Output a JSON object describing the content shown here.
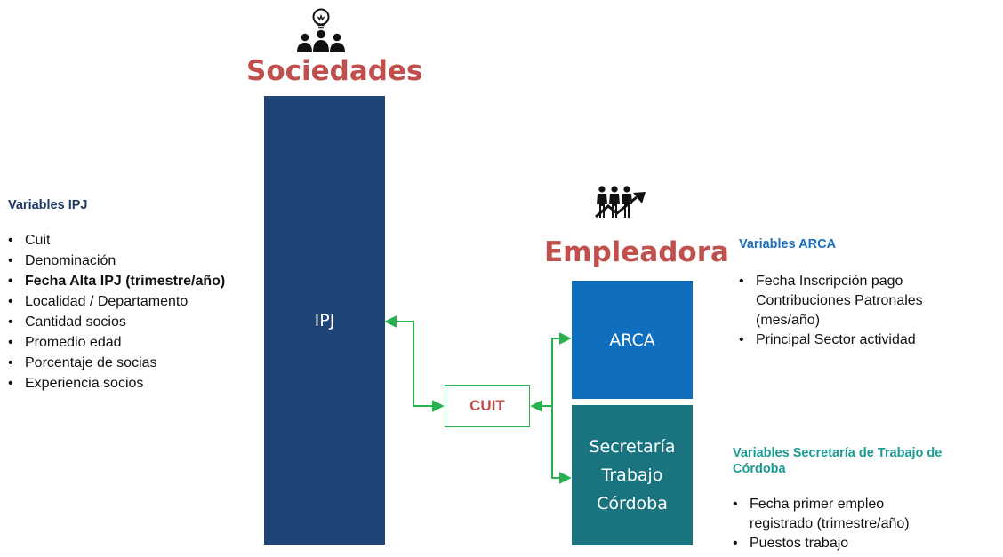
{
  "sociedades": {
    "title": "Sociedades",
    "icon": "people-lightbulb-icon",
    "box_label": "IPJ",
    "box_color": "#1f4576"
  },
  "empleadora": {
    "title": "Empleadora",
    "icon": "people-growth-arrow-icon",
    "arca_label": "ARCA",
    "arca_color": "#0f6ebe",
    "secretaria_lines": [
      "Secretaría",
      "Trabajo",
      "Córdoba"
    ],
    "secretaria_color": "#1a7480"
  },
  "cuit": {
    "label": "CUIT",
    "border_color": "#2ab14f"
  },
  "variables_ipj": {
    "title": "Variables IPJ",
    "items": [
      {
        "text": "Cuit",
        "bold": false
      },
      {
        "text": "Denominación",
        "bold": false
      },
      {
        "text": "Fecha Alta IPJ (trimestre/año)",
        "bold": true
      },
      {
        "text": "Localidad / Departamento",
        "bold": false
      },
      {
        "text": "Cantidad socios",
        "bold": false
      },
      {
        "text": "Promedio edad",
        "bold": false
      },
      {
        "text": "Porcentaje de socias",
        "bold": false
      },
      {
        "text": "Experiencia socios",
        "bold": false
      }
    ]
  },
  "variables_arca": {
    "title": "Variables ARCA",
    "items": [
      "Fecha Inscripción pago Contribuciones Patronales (mes/año)",
      "Principal Sector actividad"
    ]
  },
  "variables_secretaria": {
    "title": "Variables Secretaría de Trabajo de Córdoba",
    "items": [
      "Fecha primer empleo registrado (trimestre/año)",
      "Puestos trabajo"
    ]
  },
  "colors": {
    "title_red": "#c0504d",
    "connector_green": "#2ab14f",
    "ipj_title_navy": "#1f3864",
    "arca_title_blue": "#1c6fbf",
    "secretaria_title_teal": "#1d9a93"
  }
}
